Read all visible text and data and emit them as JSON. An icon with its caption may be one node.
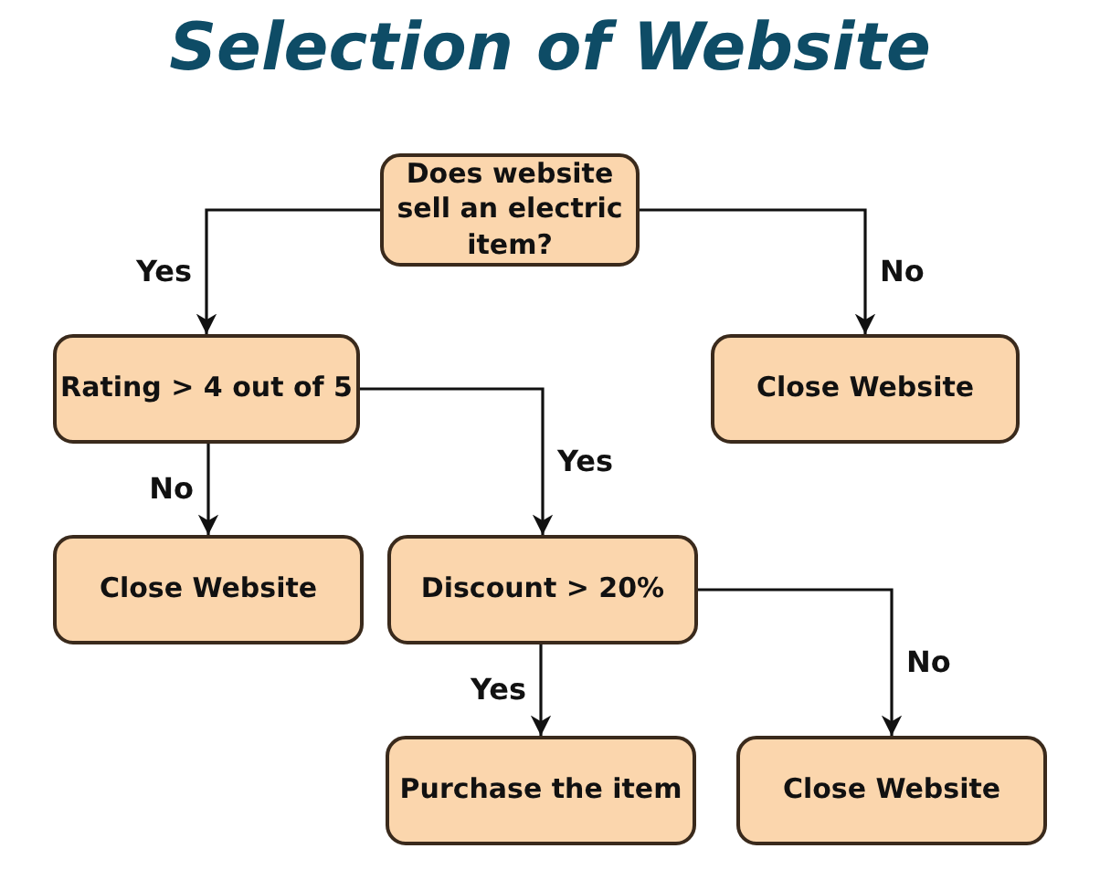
{
  "diagram": {
    "title": "Selection of Website",
    "nodes": [
      {
        "text": [
          "Does website sell an electric item?"
        ]
      },
      {
        "text": [
          "Rating > 4 out of 5"
        ]
      },
      {
        "text": [
          "Close Website"
        ]
      },
      {
        "text": [
          "Close Website"
        ]
      },
      {
        "text": [
          "Discount > 20%"
        ]
      },
      {
        "text": [
          "Purchase the item"
        ]
      },
      {
        "text": [
          "Close Website"
        ]
      }
    ],
    "edges": [
      {
        "from": 0,
        "to": 1,
        "arrow": "to",
        "label": "Yes"
      },
      {
        "from": 0,
        "to": 2,
        "arrow": "to",
        "label": "No"
      },
      {
        "from": 1,
        "to": 3,
        "arrow": "to",
        "label": "No"
      },
      {
        "from": 1,
        "to": 4,
        "arrow": "to",
        "label": "Yes"
      },
      {
        "from": 4,
        "to": 5,
        "arrow": "to",
        "label": "Yes"
      },
      {
        "from": 4,
        "to": 6,
        "arrow": "to",
        "label": "No"
      }
    ]
  }
}
